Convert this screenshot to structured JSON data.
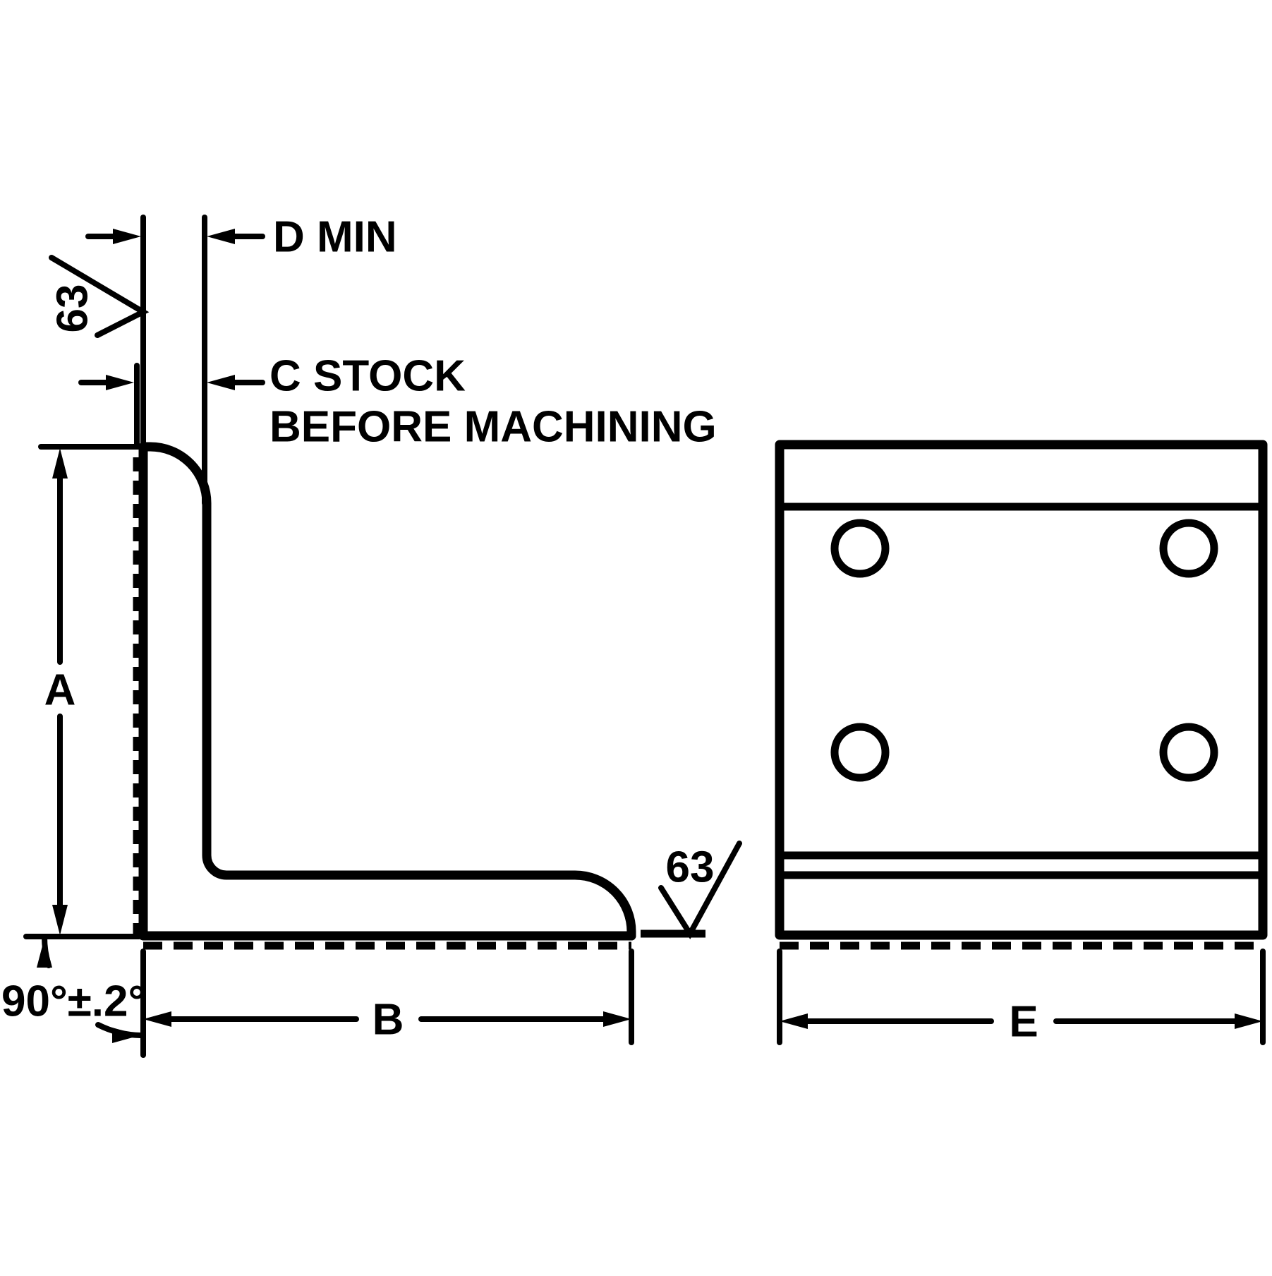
{
  "page": {
    "background": "#ffffff",
    "ink": "#000000",
    "description": "Two-view engineering drawing of a machined angle bracket"
  },
  "annotations": {
    "d_min_label": "D MIN",
    "c_stock_label_line1": "C STOCK",
    "c_stock_label_line2": "BEFORE MACHINING",
    "surface_finish_left": "63",
    "surface_finish_bottom": "63",
    "height_dim_label": "A",
    "base_width_dim_label": "B",
    "face_width_dim_label": "E",
    "angle_tolerance_label": "90°±.2°"
  },
  "features": {
    "hole_count": 4,
    "views": [
      "side-profile-view",
      "face-view"
    ]
  }
}
